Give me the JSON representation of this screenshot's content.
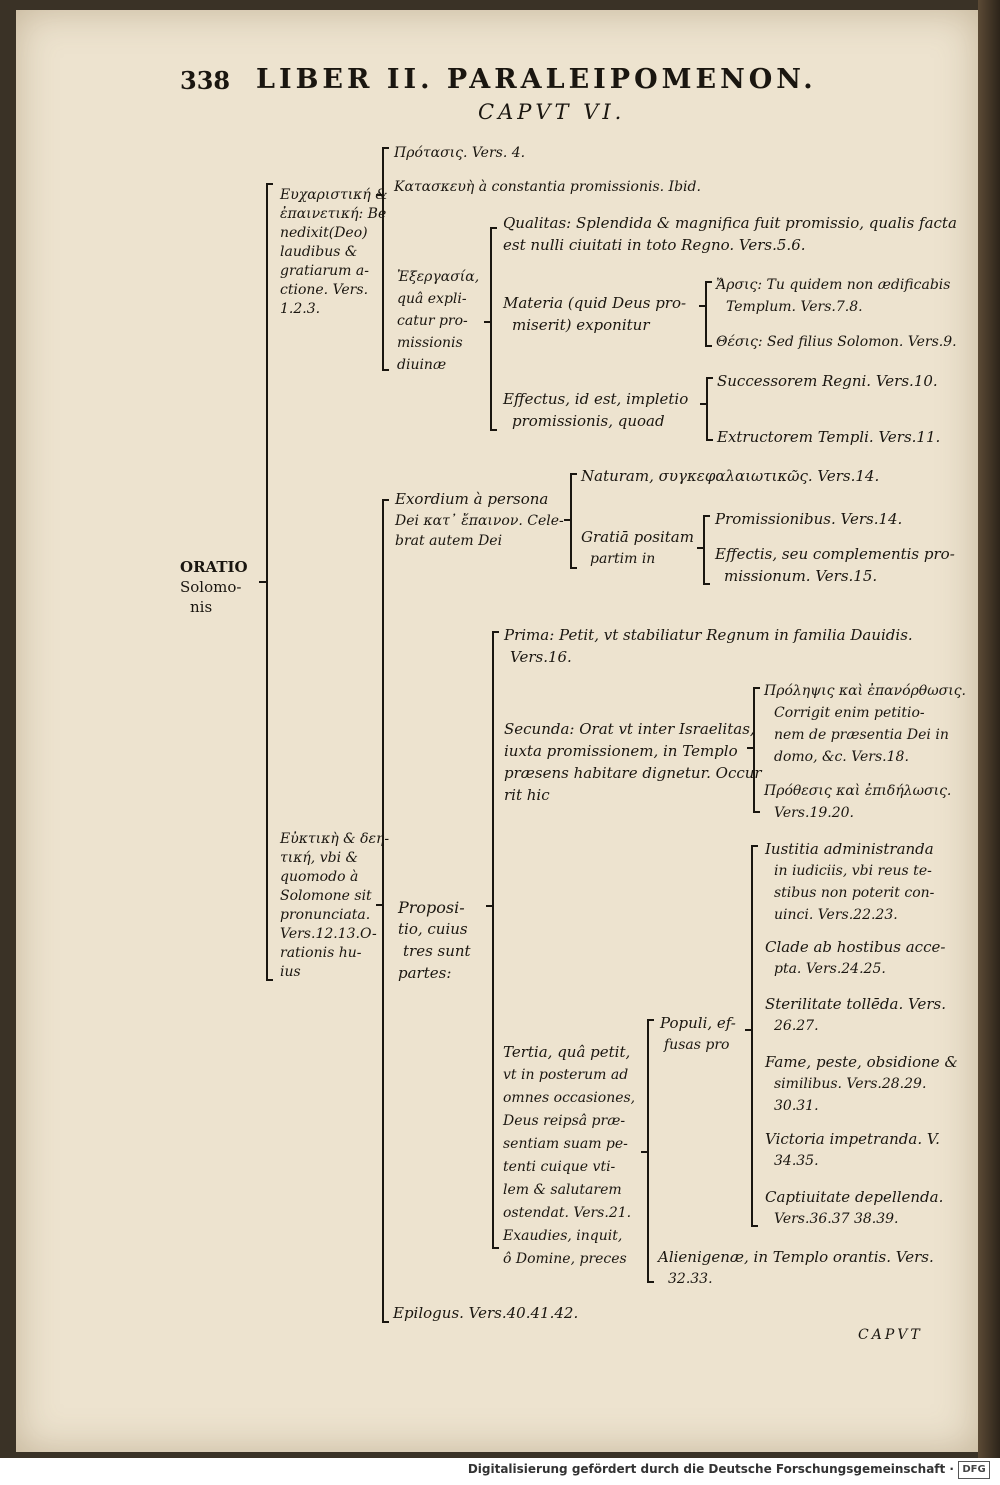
{
  "header": {
    "page_number": "338",
    "running_title": "LIBER II. PARALEIPOMENON.",
    "chapter": "CAPVT VI."
  },
  "root": {
    "label": "ORATIO Solomonis"
  },
  "eucharistike": {
    "label": [
      "Ευχαριστική &",
      "ἐπαινετική: Be",
      "nedixit(Deo)",
      "laudibus &",
      "gratiarum a-",
      "ctione. Vers.",
      "1.2.3."
    ],
    "protasis": "Πρότασις. Vers. 4.",
    "kataskeue": "Κατασκευὴ à constantia promissionis. Ibid.",
    "exergasia": {
      "label": [
        "Ἐξεργασία,",
        "quâ expli-",
        "catur pro-",
        "missionis",
        "diuinæ"
      ],
      "qualitas": [
        "Qualitas: Splendida & magnifica fuit promissio, qualis facta",
        "est nulli ciuitati in toto Regno. Vers.5.6."
      ],
      "materia": {
        "label": [
          "Materia (quid Deus pro-",
          "miserit) exponitur"
        ],
        "arsis": [
          "Ἄρσις: Tu quidem non ædificabis",
          "Templum. Vers.7.8."
        ],
        "thesis": "Θέσις: Sed filius Solomon. Vers.9."
      },
      "effectus": {
        "label": [
          "Effectus, id est, impletio",
          "promissionis, quoad"
        ],
        "successorem": "Successorem Regni. Vers.10.",
        "extructorem": "Extructorem Templi. Vers.11."
      }
    }
  },
  "euktike": {
    "label": [
      "Εὐκτικὴ & δεη-",
      "τική, vbi &",
      "quomodo à",
      "Solomone sit",
      "pronunciata.",
      "Vers.12.13.O-",
      "rationis hu-",
      "ius"
    ],
    "exordium": {
      "label": [
        "Exordium à persona",
        "Dei κατ᾽ ἔπαινον. Cele-",
        "brat autem Dei"
      ],
      "naturam": "Naturam, συγκεφαλαιωτικῶς. Vers.14.",
      "gratia": {
        "label": [
          "Gratiā positam",
          "partim in"
        ],
        "promissionibus": "Promissionibus. Vers.14.",
        "effectis": [
          "Effectis, seu complementis pro-",
          "missionum. Vers.15."
        ]
      }
    },
    "propositio": {
      "label": [
        "Proposi-",
        "tio, cuius",
        "tres sunt",
        "partes:"
      ],
      "prima": [
        "Prima: Petit, vt stabiliatur Regnum in familia Dauidis.",
        "Vers.16."
      ],
      "secunda": {
        "label": [
          "Secunda: Orat vt inter Israelitas,",
          "iuxta promissionem, in Templo",
          "præsens habitare dignetur. Occur",
          "rit hic"
        ],
        "prolepsis": [
          "Πρόληψις καὶ ἐπανόρθωσις.",
          "Corrigit enim petitio-",
          "nem de præsentia Dei in",
          "domo, &c. Vers.18."
        ],
        "prothesis": [
          "Πρόθεσις καὶ ἐπιδήλωσις.",
          "Vers.19.20."
        ]
      },
      "tertia": {
        "label": [
          "Tertia, quâ petit,",
          "vt in posterum ad",
          "omnes occasiones,",
          "Deus reipsâ præ-",
          "sentiam suam pe-",
          "tenti cuique vti-",
          "lem & salutarem",
          "ostendat. Vers.21.",
          "Exaudies, inquit,",
          "ô Domine, preces"
        ],
        "populi": {
          "label": [
            "Populi, ef-",
            "fusas pro"
          ],
          "items": [
            [
              "Iustitia administranda",
              "in iudiciis, vbi reus te-",
              "stibus non poterit con-",
              "uinci. Vers.22.23."
            ],
            [
              "Clade ab hostibus acce-",
              "pta. Vers.24.25."
            ],
            [
              "Sterilitate tollēda. Vers.",
              "26.27."
            ],
            [
              "Fame, peste, obsidione &",
              "similibus. Vers.28.29.",
              "30.31."
            ],
            [
              "Victoria impetranda. V.",
              "34.35."
            ],
            [
              "Captiuitate depellenda.",
              "Vers.36.37 38.39."
            ]
          ]
        },
        "alienigenae": [
          "Alienigenæ, in Templo orantis. Vers.",
          "32.33."
        ]
      }
    },
    "epilogus": "Epilogus. Vers.40.41.42."
  },
  "catchword": "CAPVT",
  "footer": {
    "credit": "Digitalisierung gefördert durch die Deutsche Forschungsgemeinschaft ·",
    "logo": "DFG"
  }
}
